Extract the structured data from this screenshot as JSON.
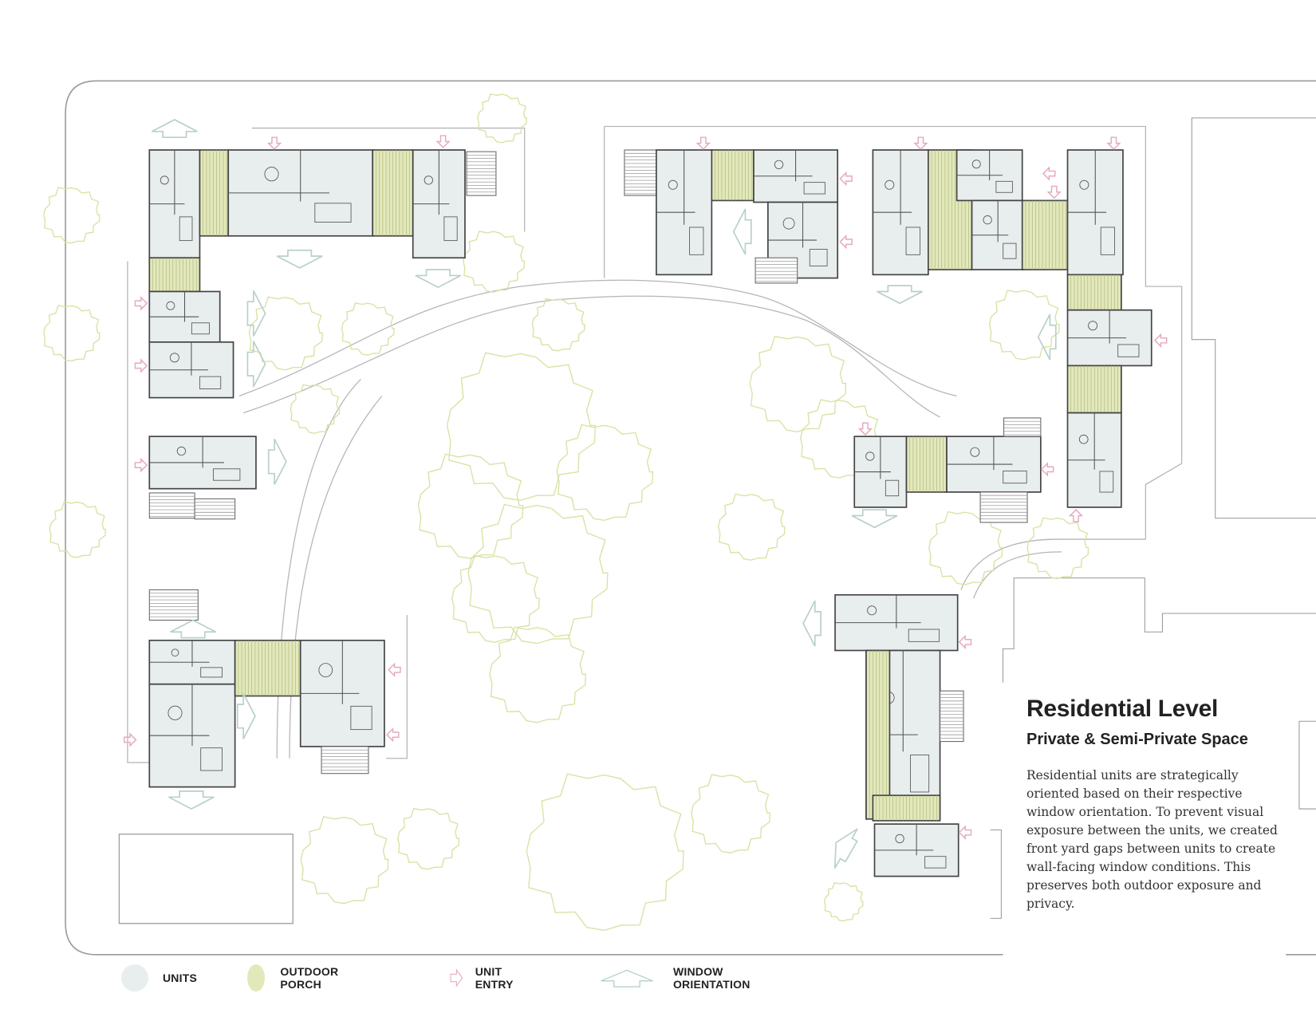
{
  "text_panel": {
    "title": "Residential Level",
    "subtitle": "Private & Semi-Private Space",
    "body": "Residential units are strategically oriented based on their respective window orientation. To prevent visual exposure between the units, we created front yard gaps between units to create wall-facing window conditions. This preserves both outdoor exposure and privacy."
  },
  "legend": {
    "items": [
      {
        "label": "UNITS",
        "icon": "circle-swatch",
        "color": "#e8eded"
      },
      {
        "label": "OUTDOOR PORCH",
        "icon": "circle-swatch",
        "color": "#e3e8bb"
      },
      {
        "label": "UNIT ENTRY",
        "icon": "outline-arrow-right-icon",
        "color": "#e6a9bf"
      },
      {
        "label": "WINDOW ORIENTATION",
        "icon": "outline-arrow-up-icon",
        "color": "#b9d0c9"
      }
    ]
  },
  "colors": {
    "unit_fill": "#e8eded",
    "porch_fill": "#e3e8bb",
    "tree_stroke": "#d8e3a3",
    "entry_arrow": "#e6a9bf",
    "window_arrow": "#b9d0c9",
    "line": "#999999"
  }
}
